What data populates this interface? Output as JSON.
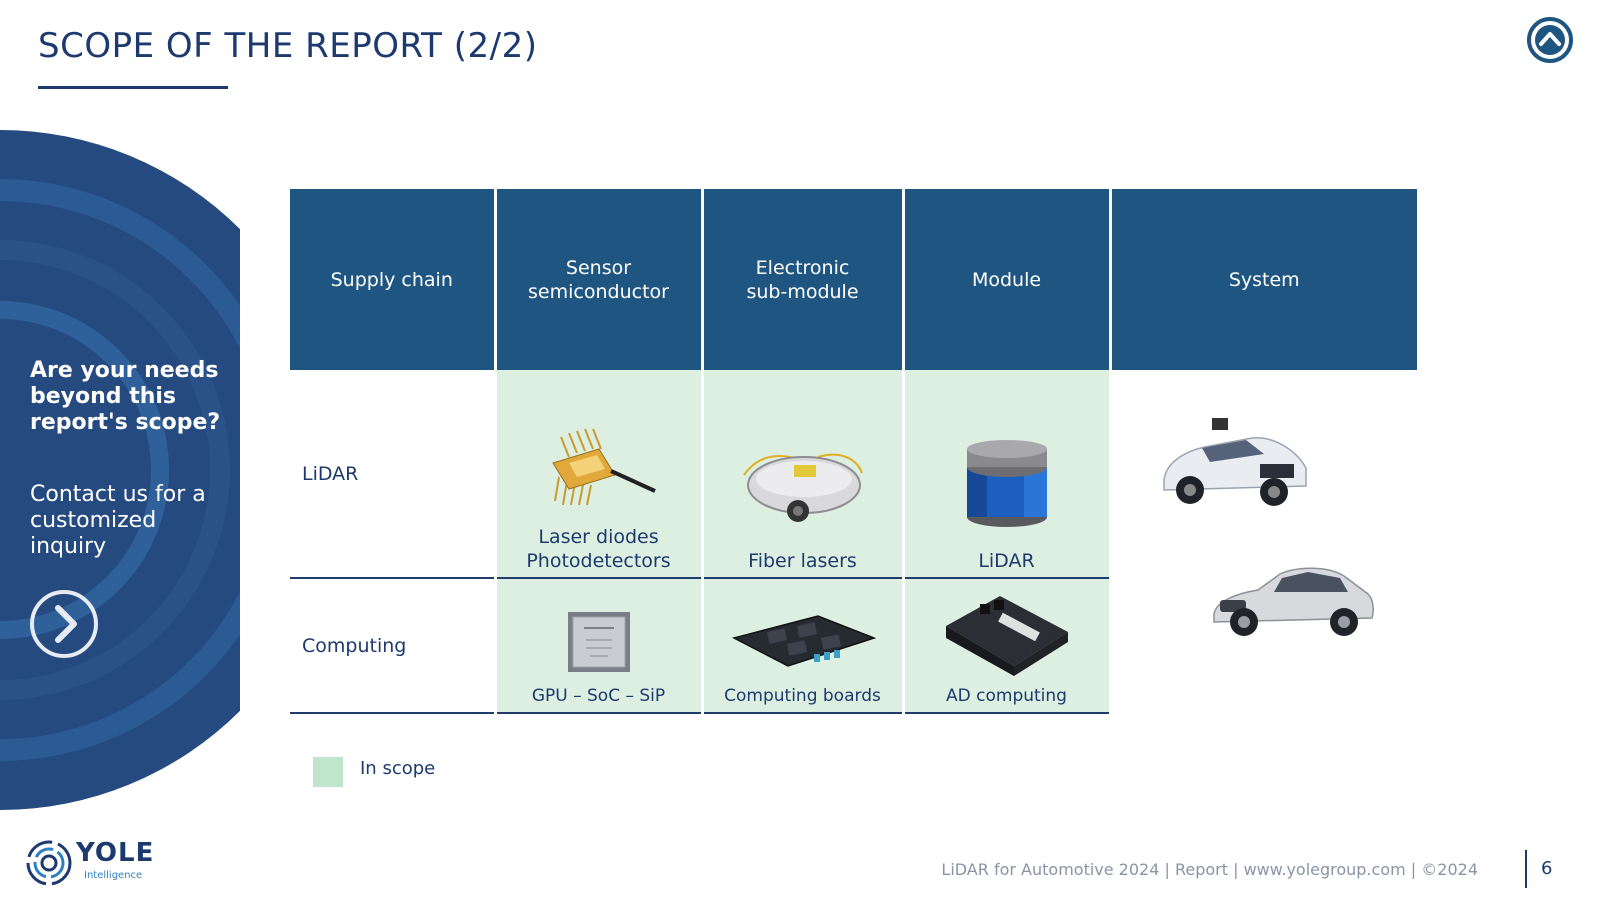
{
  "title": "SCOPE OF THE REPORT (2/2)",
  "promo": {
    "question": "Are your needs beyond this report's scope?",
    "cta": "Contact us for a customized inquiry"
  },
  "table": {
    "headers": [
      "Supply chain",
      "Sensor semiconductor",
      "Electronic sub-module",
      "Module",
      "System"
    ],
    "rows": [
      {
        "label": "LiDAR",
        "cells": [
          "Laser diodes Photodetectors",
          "Fiber lasers",
          "LiDAR"
        ]
      },
      {
        "label": "Computing",
        "cells": [
          "GPU – SoC – SiP",
          "Computing boards",
          "AD computing"
        ]
      }
    ]
  },
  "legend": {
    "label": "In scope",
    "color": "#bfe5cb"
  },
  "footer": {
    "text": "LiDAR for Automotive 2024 | Report | www.yolegroup.com | ©2024",
    "page": "6"
  },
  "logo": {
    "word": "YOLE",
    "sub": "Intelligence"
  },
  "colors": {
    "header": "#1f5581",
    "navy": "#1d3a6e",
    "in_scope": "#dcefe1"
  }
}
